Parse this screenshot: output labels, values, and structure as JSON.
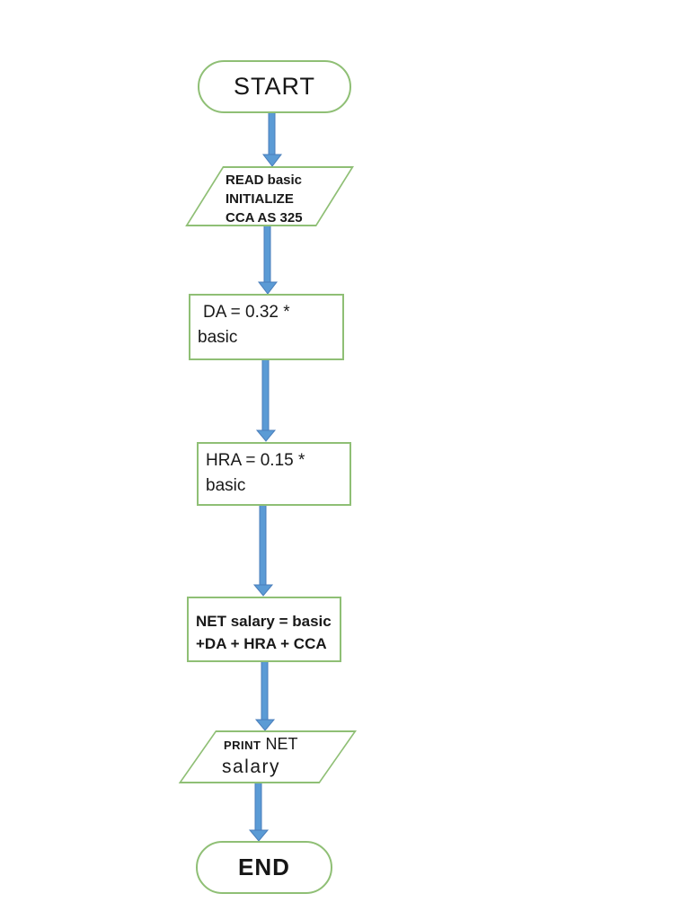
{
  "flowchart": {
    "colors": {
      "shape_border": "#8FBF75",
      "arrow_fill": "#5B9BD5",
      "arrow_stroke": "#4A7EBB",
      "text": "#1C1C1C",
      "background": "#FFFFFF"
    },
    "nodes": [
      {
        "id": "start",
        "type": "terminator",
        "label": "START"
      },
      {
        "id": "read-init",
        "type": "input-output",
        "lines": [
          "READ basic",
          "INITIALIZE",
          "CCA AS 325"
        ]
      },
      {
        "id": "da",
        "type": "process",
        "lines": [
          "DA = 0.32 *",
          "basic"
        ]
      },
      {
        "id": "hra",
        "type": "process",
        "lines": [
          "HRA = 0.15 *",
          "basic"
        ]
      },
      {
        "id": "net-salary",
        "type": "process",
        "lines": [
          "NET salary = basic",
          "+DA + HRA + CCA"
        ]
      },
      {
        "id": "print-net",
        "type": "input-output",
        "lines": [
          "PRINT",
          "NET",
          "salary"
        ]
      },
      {
        "id": "end",
        "type": "terminator",
        "label": "END"
      }
    ],
    "edges": [
      {
        "from": "start",
        "to": "read-init"
      },
      {
        "from": "read-init",
        "to": "da"
      },
      {
        "from": "da",
        "to": "hra"
      },
      {
        "from": "hra",
        "to": "net-salary"
      },
      {
        "from": "net-salary",
        "to": "print-net"
      },
      {
        "from": "print-net",
        "to": "end"
      }
    ]
  }
}
